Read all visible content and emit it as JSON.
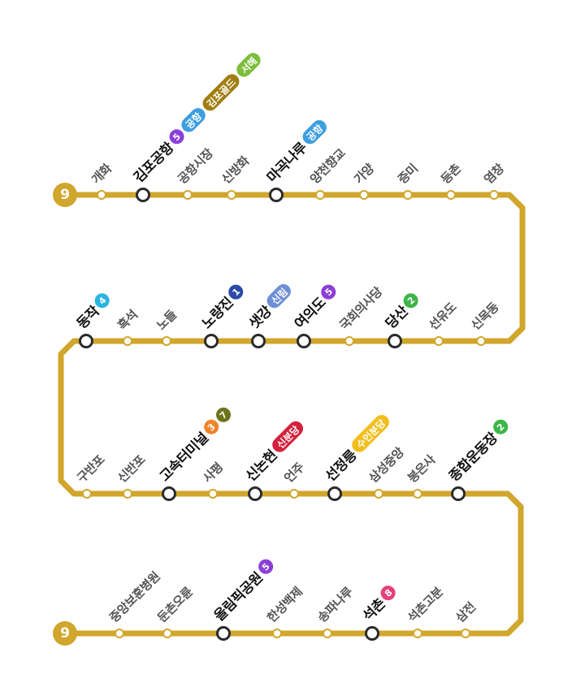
{
  "line": {
    "number": "9",
    "color": "#D1A62C"
  },
  "rows": [
    [
      {
        "name": "개화"
      },
      {
        "name": "김포공항",
        "transfer": true,
        "links": [
          {
            "label": "5",
            "color": "#8B3FD9"
          },
          {
            "label": "공항",
            "color": "#3E9EE0"
          },
          {
            "label": "김포골드",
            "color": "#A17E0F"
          },
          {
            "label": "서해",
            "color": "#7DBE3A"
          }
        ]
      },
      {
        "name": "공항시장"
      },
      {
        "name": "신방화"
      },
      {
        "name": "마곡나루",
        "transfer": true,
        "links": [
          {
            "label": "공항",
            "color": "#3E9EE0"
          }
        ]
      },
      {
        "name": "양천향교"
      },
      {
        "name": "가양"
      },
      {
        "name": "증미"
      },
      {
        "name": "등촌"
      },
      {
        "name": "염창"
      }
    ],
    [
      {
        "name": "동작",
        "transfer": true,
        "links": [
          {
            "label": "4",
            "color": "#2AB4E0"
          }
        ]
      },
      {
        "name": "흑석"
      },
      {
        "name": "노들"
      },
      {
        "name": "노량진",
        "transfer": true,
        "links": [
          {
            "label": "1",
            "color": "#2C4BA8"
          }
        ]
      },
      {
        "name": "샛강",
        "transfer": true,
        "links": [
          {
            "label": "신림",
            "color": "#6E8FD6"
          }
        ]
      },
      {
        "name": "여의도",
        "transfer": true,
        "links": [
          {
            "label": "5",
            "color": "#8B3FD9"
          }
        ]
      },
      {
        "name": "국회의사당"
      },
      {
        "name": "당산",
        "transfer": true,
        "links": [
          {
            "label": "2",
            "color": "#3DB549"
          }
        ]
      },
      {
        "name": "선유도"
      },
      {
        "name": "신목동"
      }
    ],
    [
      {
        "name": "구반포"
      },
      {
        "name": "신반포"
      },
      {
        "name": "고속터미널",
        "transfer": true,
        "links": [
          {
            "label": "3",
            "color": "#F0852A"
          },
          {
            "label": "7",
            "color": "#6B7418"
          }
        ]
      },
      {
        "name": "사평"
      },
      {
        "name": "신논현",
        "transfer": true,
        "links": [
          {
            "label": "신분당",
            "color": "#D4213D"
          }
        ]
      },
      {
        "name": "언주"
      },
      {
        "name": "선정릉",
        "transfer": true,
        "links": [
          {
            "label": "수인분당",
            "color": "#F2BE1A"
          }
        ]
      },
      {
        "name": "삼성중앙"
      },
      {
        "name": "봉은사"
      },
      {
        "name": "종합운동장",
        "transfer": true,
        "links": [
          {
            "label": "2",
            "color": "#3DB549"
          }
        ]
      }
    ],
    [
      {
        "name": "중앙보훈병원"
      },
      {
        "name": "둔촌오륜"
      },
      {
        "name": "올림픽공원",
        "transfer": true,
        "links": [
          {
            "label": "5",
            "color": "#8B3FD9"
          }
        ]
      },
      {
        "name": "한성백제"
      },
      {
        "name": "송파나루"
      },
      {
        "name": "석촌",
        "transfer": true,
        "links": [
          {
            "label": "8",
            "color": "#E6407B"
          }
        ]
      },
      {
        "name": "석촌고분"
      },
      {
        "name": "삼전"
      }
    ]
  ]
}
